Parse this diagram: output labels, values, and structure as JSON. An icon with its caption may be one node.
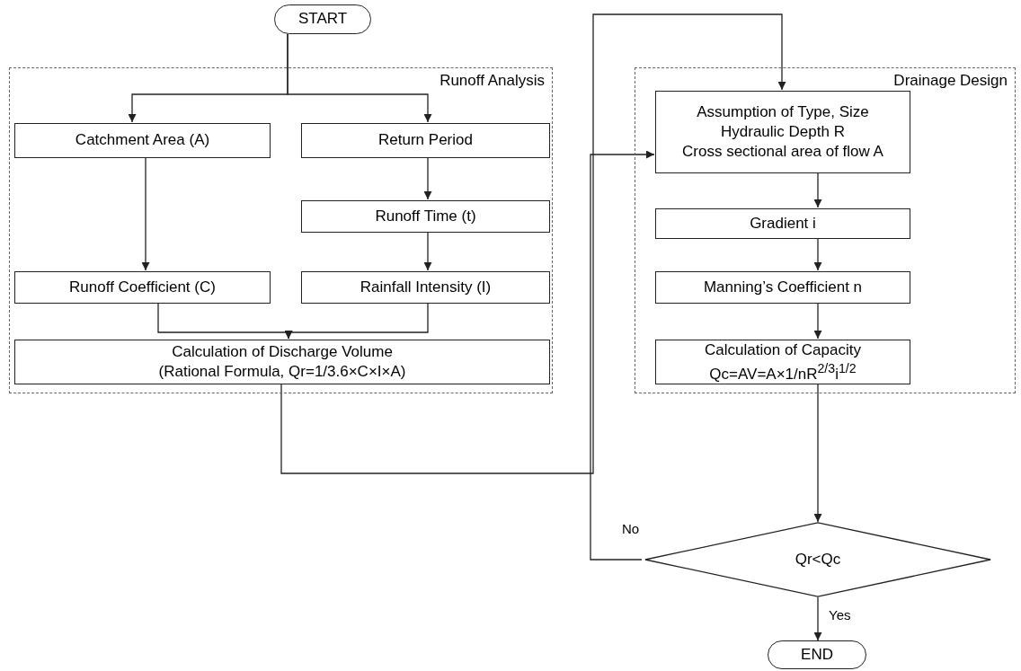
{
  "diagram": {
    "nodes": [
      {
        "text": [
          "START"
        ]
      },
      {
        "text": [
          "Runoff  Analysis"
        ]
      },
      {
        "text": [
          "Catchment Area (A)"
        ],
        "in": 1
      },
      {
        "text": [
          "Return Period"
        ],
        "in": 1
      },
      {
        "text": [
          "Runoff Time (t)"
        ],
        "in": 1
      },
      {
        "text": [
          "Runoff Coefficient (C)"
        ],
        "in": 1
      },
      {
        "text": [
          "Rainfall Intensity (I)"
        ],
        "in": 1
      },
      {
        "text": [
          "Calculation of Discharge Volume",
          "(Rational Formula, Qr=1/3.6×C×I×A)"
        ],
        "in": 1
      },
      {
        "text": [
          "Drainage  Design"
        ]
      },
      {
        "text": [
          "Assumption of Type, Size",
          "Hydraulic Depth R",
          "Cross sectional area of flow A"
        ],
        "in": 8
      },
      {
        "text": [
          "Gradient i"
        ],
        "in": 8
      },
      {
        "text": [
          "Manning’s Coefficient n"
        ],
        "in": 8
      },
      {
        "text": [
          "Calculation of Capacity",
          "Qc=AV=A×1/nR$^{2/3}$i$^{1/2}$"
        ],
        "in": 8
      },
      {
        "text": [
          "Qr<Qc"
        ]
      },
      {
        "text": [
          "END"
        ]
      }
    ],
    "edges": [
      {
        "from": 0,
        "to": 2,
        "arrow": "to"
      },
      {
        "from": 0,
        "to": 3,
        "arrow": "to"
      },
      {
        "from": 2,
        "to": 5,
        "arrow": "to"
      },
      {
        "from": 3,
        "to": 4,
        "arrow": "to"
      },
      {
        "from": 4,
        "to": 6,
        "arrow": "to"
      },
      {
        "from": 5,
        "to": 7,
        "arrow": "to"
      },
      {
        "from": 6,
        "to": 7,
        "arrow": "to"
      },
      {
        "from": 7,
        "to": 9,
        "arrow": "to"
      },
      {
        "from": 9,
        "to": 10,
        "arrow": "to"
      },
      {
        "from": 10,
        "to": 11,
        "arrow": "to"
      },
      {
        "from": 11,
        "to": 12,
        "arrow": "to"
      },
      {
        "from": 12,
        "to": 13,
        "arrow": "to"
      },
      {
        "from": 13,
        "to": 9,
        "arrow": "to",
        "label": "No"
      },
      {
        "from": 13,
        "to": 14,
        "arrow": "to",
        "label": "Yes"
      }
    ]
  }
}
